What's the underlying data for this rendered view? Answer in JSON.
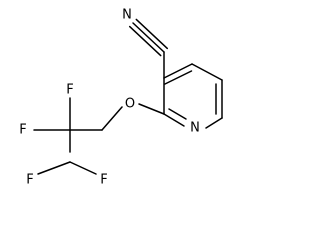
{
  "molecule": {
    "atoms": {
      "nitrile_n": "N",
      "ether_o": "O",
      "ring_n": "N",
      "f1": "F",
      "f2": "F",
      "f3": "F",
      "f4": "F"
    }
  }
}
